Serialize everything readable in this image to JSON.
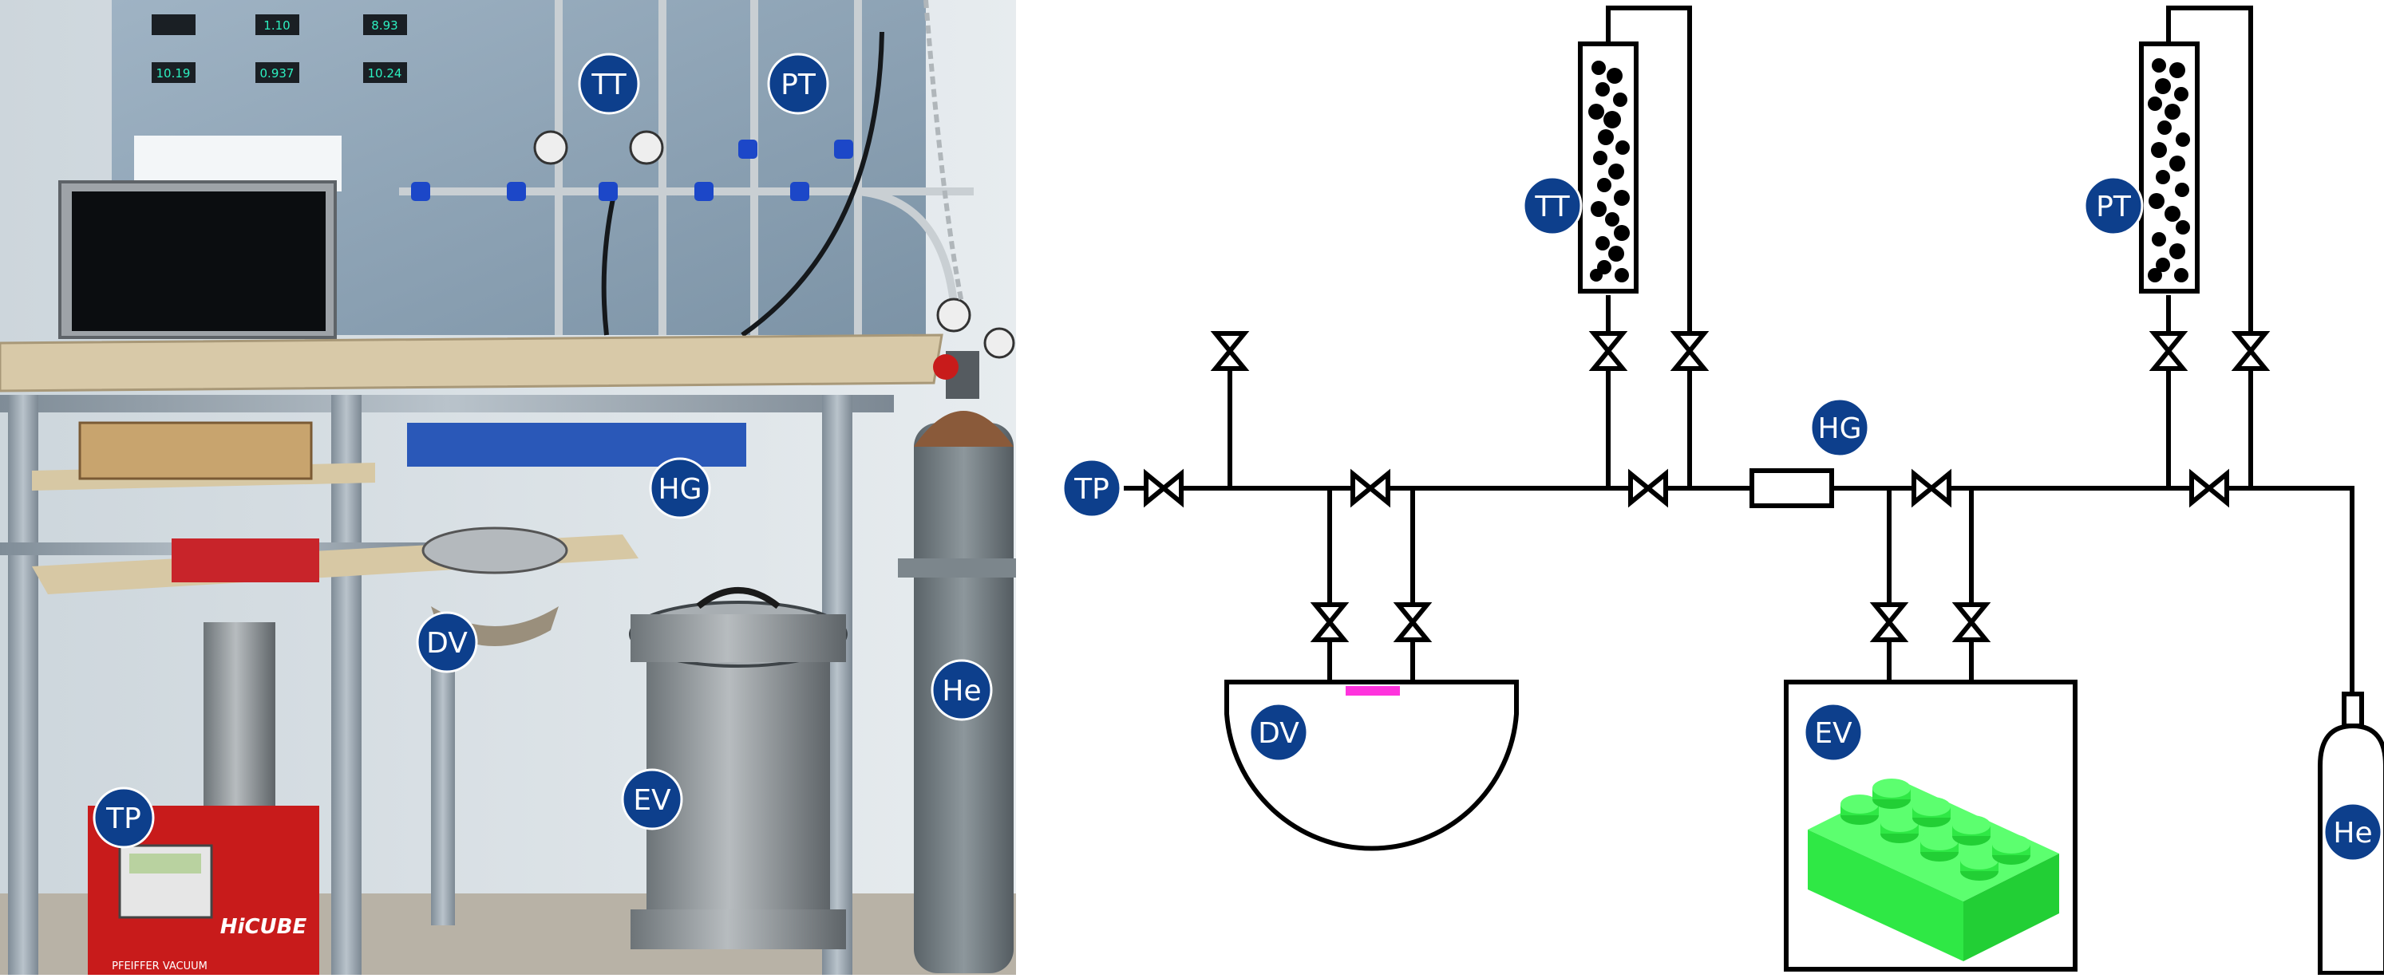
{
  "colors": {
    "badge": "#0d3f8c",
    "badge_text": "#ffffff",
    "pipe": "#000000",
    "diffuser": "#ff33dd",
    "brick": "#27e63a",
    "frame": "#9aa7b3",
    "panel": "#8fa3b4",
    "shelf": "#d8c9a8",
    "pump_red": "#c81b1b",
    "vessel_steel": "#8c9296",
    "cylinder_gray": "#707a80",
    "wall": "#d9dde0"
  },
  "photo": {
    "labels": {
      "tt": "TT",
      "pt": "PT",
      "hg": "HG",
      "dv": "DV",
      "he": "He",
      "ev": "EV",
      "tp": "TP"
    },
    "readouts": [
      "",
      "1.10",
      "8.93",
      "10.19",
      "0.937",
      "10.24"
    ],
    "pump_brand": "HiCUBE",
    "pump_maker": "PFEIFFER VACUUM"
  },
  "schematic": {
    "labels": {
      "tp": "TP",
      "tt": "TT",
      "pt": "PT",
      "hg": "HG",
      "dv": "DV",
      "ev": "EV",
      "he": "He"
    }
  }
}
